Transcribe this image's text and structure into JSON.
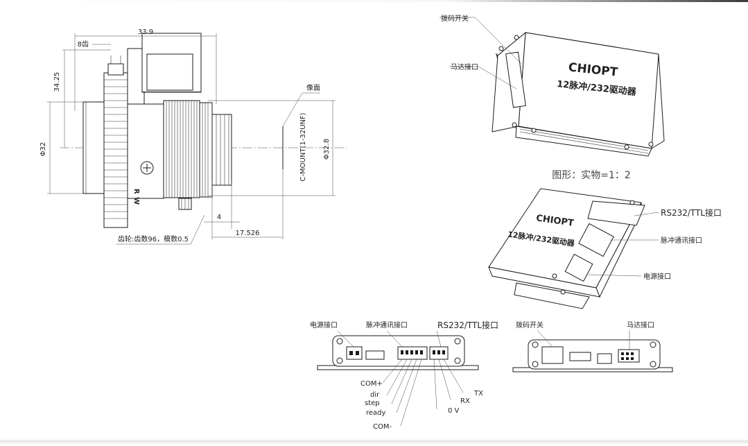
{
  "lens_drawing": {
    "dim_width": "33.9",
    "dim_teeth_count": "8齿",
    "dim_height": "34.25",
    "dim_diameter_left": "Φ32",
    "dim_diameter_right": "Φ32.8",
    "dim_4": "4",
    "dim_flange": "17.526",
    "image_plane": "像面",
    "mount_label": "C-MOUNT(1-32UNF)",
    "gear_note": "齿轮:齿数96，模数0.5"
  },
  "driver_top": {
    "dip_switch": "拨码开关",
    "motor_port": "马达接口",
    "brand": "CHIOPT",
    "model": "12脉冲/232驱动器",
    "scale": "图形：实物=1：2"
  },
  "driver_bottom": {
    "brand": "CHIOPT",
    "model": "12脉冲/232驱动器",
    "rs232_port": "RS232/TTL接口",
    "pulse_port": "脉冲通讯接口",
    "power_port": "电源接口"
  },
  "front_panel": {
    "power_port": "电源接口",
    "pulse_port": "脉冲通讯接口",
    "rs232_port": "RS232/TTL接口",
    "pins": [
      "COM+",
      "dir",
      "step",
      "ready",
      "COM-"
    ],
    "rs_pins": [
      "TX",
      "RX",
      "0 V"
    ]
  },
  "rear_panel": {
    "dip_switch": "拨码开关",
    "motor_port": "马达接口"
  }
}
